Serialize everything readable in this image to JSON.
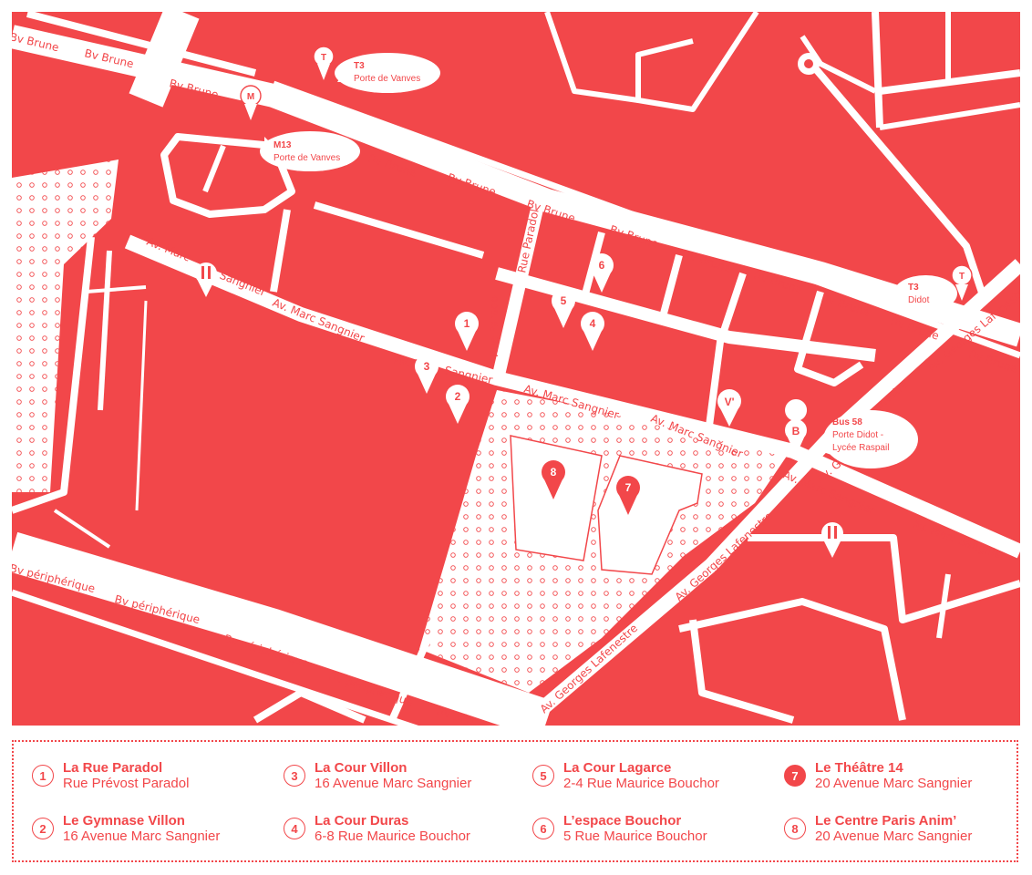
{
  "colors": {
    "brand": "#f2474a",
    "road": "#ffffff"
  },
  "streets": {
    "bv_brune": "Bv Brune",
    "av_marc_sangnier": "Av. Marc Sangnier",
    "av_m_sangnier_a": "Av. M",
    "av_m_sangnier_b": "Sangnier",
    "av_marc_sangnier_clip": "Av. Marc",
    "sangnier_clip": "Sangnier",
    "rue_paradol": "Rue Paradol",
    "bv_peripherique": "Bv périphérique",
    "bv_peripherique_clip": "Bv péri",
    "av_georges_lafenestre": "Av. Georges Lafenestre",
    "nestre_clip": "enestre",
    "clip_av": "Av. G"
  },
  "transit": {
    "t3_porte_vanves": {
      "icon": "T",
      "line": "T3",
      "stop": "Porte de Vanves"
    },
    "m13": {
      "icon": "M",
      "line": "M13",
      "stop": "Porte de Vanves"
    },
    "t3_didot": {
      "icon": "T",
      "line": "T3",
      "stop": "Didot"
    },
    "bus58": {
      "icon": "B",
      "line": "Bus 58",
      "stop_1": "Porte Didot -",
      "stop_2": "Lycée Raspail"
    }
  },
  "icons": {
    "restroom": "restroom-icon",
    "velib": "velib-icon",
    "velib_text": "V'"
  },
  "pins": [
    {
      "n": "1"
    },
    {
      "n": "2"
    },
    {
      "n": "3"
    },
    {
      "n": "4"
    },
    {
      "n": "5"
    },
    {
      "n": "6"
    },
    {
      "n": "7"
    },
    {
      "n": "8"
    }
  ],
  "legend": [
    {
      "n": "1",
      "name": "La Rue Paradol",
      "addr": "Rue Prévost Paradol"
    },
    {
      "n": "2",
      "name": "Le Gymnase Villon",
      "addr": "16 Avenue Marc Sangnier"
    },
    {
      "n": "3",
      "name": "La Cour Villon",
      "addr": "16 Avenue Marc Sangnier"
    },
    {
      "n": "4",
      "name": "La Cour Duras",
      "addr": "6-8 Rue Maurice Bouchor"
    },
    {
      "n": "5",
      "name": "La Cour Lagarce",
      "addr": "2-4 Rue Maurice Bouchor"
    },
    {
      "n": "6",
      "name": "L’espace Bouchor",
      "addr": "5 Rue Maurice Bouchor"
    },
    {
      "n": "7",
      "name": "Le Théâtre 14",
      "addr": "20 Avenue Marc Sangnier"
    },
    {
      "n": "8",
      "name": "Le Centre Paris Anim’",
      "addr": "20 Avenue Marc Sangnier"
    }
  ]
}
